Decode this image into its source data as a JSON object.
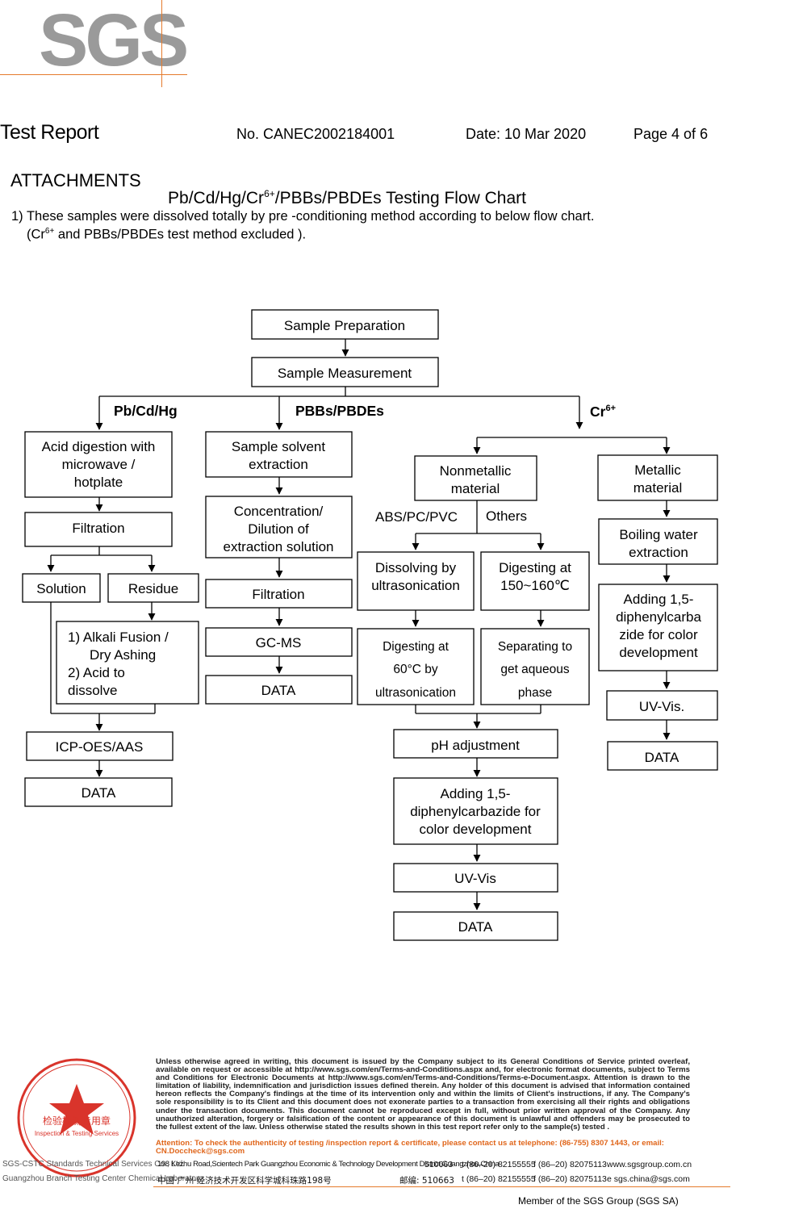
{
  "logo": {
    "text": "SGS",
    "color": "#9a9a9a",
    "accent": "#e57a2c"
  },
  "header": {
    "title": "Test Report",
    "number": "No. CANEC2002184001",
    "date": "Date: 10 Mar 2020",
    "page": "Page 4 of 6"
  },
  "attachments_label": "ATTACHMENTS",
  "flowchart": {
    "title_pre": "Pb/Cd/Hg/Cr",
    "title_sup": "6+",
    "title_post": "/PBBs/PBDEs Testing Flow Chart",
    "note1": "1) These samples were dissolved totally by pre -conditioning method according to below flow chart.",
    "note2_pre": "(Cr",
    "note2_sup": "6+",
    "note2_post": " and PBBs/PBDEs  test method excluded ).",
    "sample_preparation": "Sample Preparation",
    "sample_measurement": "Sample Measurement",
    "branch_pb": "Pb/Cd/Hg",
    "branch_pbb": "PBBs/PBDEs",
    "branch_cr": "Cr",
    "branch_cr_sup": "6+",
    "pb": {
      "acid_digestion": [
        "Acid digestion with",
        "microwave /",
        "hotplate"
      ],
      "filtration": "Filtration",
      "solution": "Solution",
      "residue": "Residue",
      "residue_steps": [
        "1) Alkali Fusion /",
        "Dry Ashing",
        "2) Acid to",
        "dissolve"
      ],
      "icp": "ICP-OES/AAS",
      "data": "DATA"
    },
    "pbb": {
      "solvent": [
        "Sample solvent",
        "extraction"
      ],
      "concentration": [
        "Concentration/",
        "Dilution of",
        "extraction solution"
      ],
      "filtration": "Filtration",
      "gcms": "GC-MS",
      "data": "DATA"
    },
    "cr": {
      "nonmetallic": [
        "Nonmetallic",
        "material"
      ],
      "abs": "ABS/PC/PVC",
      "others": "Others",
      "dissolving": [
        "Dissolving by",
        "ultrasonication"
      ],
      "digesting_150": [
        "Digesting at",
        "150~160℃"
      ],
      "digesting_60": [
        "Digesting at",
        "60°C by",
        "ultrasonication"
      ],
      "separating": [
        "Separating to",
        "get aqueous",
        "phase"
      ],
      "ph": "pH adjustment",
      "adding_nm": [
        "Adding 1,5-",
        "diphenylcarbazide for",
        "color development"
      ],
      "uvvis_nm": "UV-Vis",
      "data_nm": "DATA",
      "metallic": [
        "Metallic",
        "material"
      ],
      "boiling": [
        "Boiling water",
        "extraction"
      ],
      "adding_m": [
        "Adding 1,5-",
        "diphenylcarba",
        "zide for color",
        "development"
      ],
      "uvvis_m": "UV-Vis.",
      "data_m": "DATA"
    }
  },
  "footer": {
    "disclaimer": "Unless otherwise agreed in writing, this document is issued by the Company subject to its General Conditions of Service printed overleaf, available on request or accessible at http://www.sgs.com/en/Terms-and-Conditions.aspx and, for electronic format documents, subject to Terms and Conditions for Electronic Documents at http://www.sgs.com/en/Terms-and-Conditions/Terms-e-Document.aspx. Attention is drawn to the limitation of liability, indemnification and jurisdiction issues defined therein. Any holder of this document is advised that information contained hereon reflects the Company's findings at the time of its intervention only and within the limits of Client's instructions, if any. The Company's sole responsibility is to its Client and this document does not exonerate parties to a transaction from exercising all their rights and obligations under the transaction documents. This document cannot be reproduced except in full, without prior written approval of the Company. Any unauthorized alteration, forgery or falsification of the content or appearance of this document is unlawful and offenders may be prosecuted to the fullest extent of the law. Unless otherwise stated the results shown in this test report refer only to the sample(s) tested .",
    "attention": "Attention: To check the authenticity of testing /inspection report & certificate, please contact us at telephone: (86-755) 8307 1443, or email: CN.Doccheck@sgs.com",
    "company1": "SGS-CSTC Standards Technical Services Co., Ltd.",
    "company2": "Guangzhou Branch Testing Center Chemical Laboratory.",
    "address_en": "198 Kezhu Road,Scientech Park Guangzhou Economic & Technology Development District,Guangzhou,China",
    "postcode_en": "510663",
    "phone": "t  (86–20) 82155555",
    "fax": "f  (86–20) 82075113",
    "web": "www.sgsgroup.com.cn",
    "address_cn": "中国·广州·经济技术开发区科学城科珠路198号",
    "postcode_cn": "邮编: 510663",
    "email": "e  sgs.china@sgs.com",
    "member": "Member of the SGS Group (SGS SA)",
    "seal_lines": [
      "检验检测专用章",
      "Inspection & Testing Services"
    ]
  }
}
